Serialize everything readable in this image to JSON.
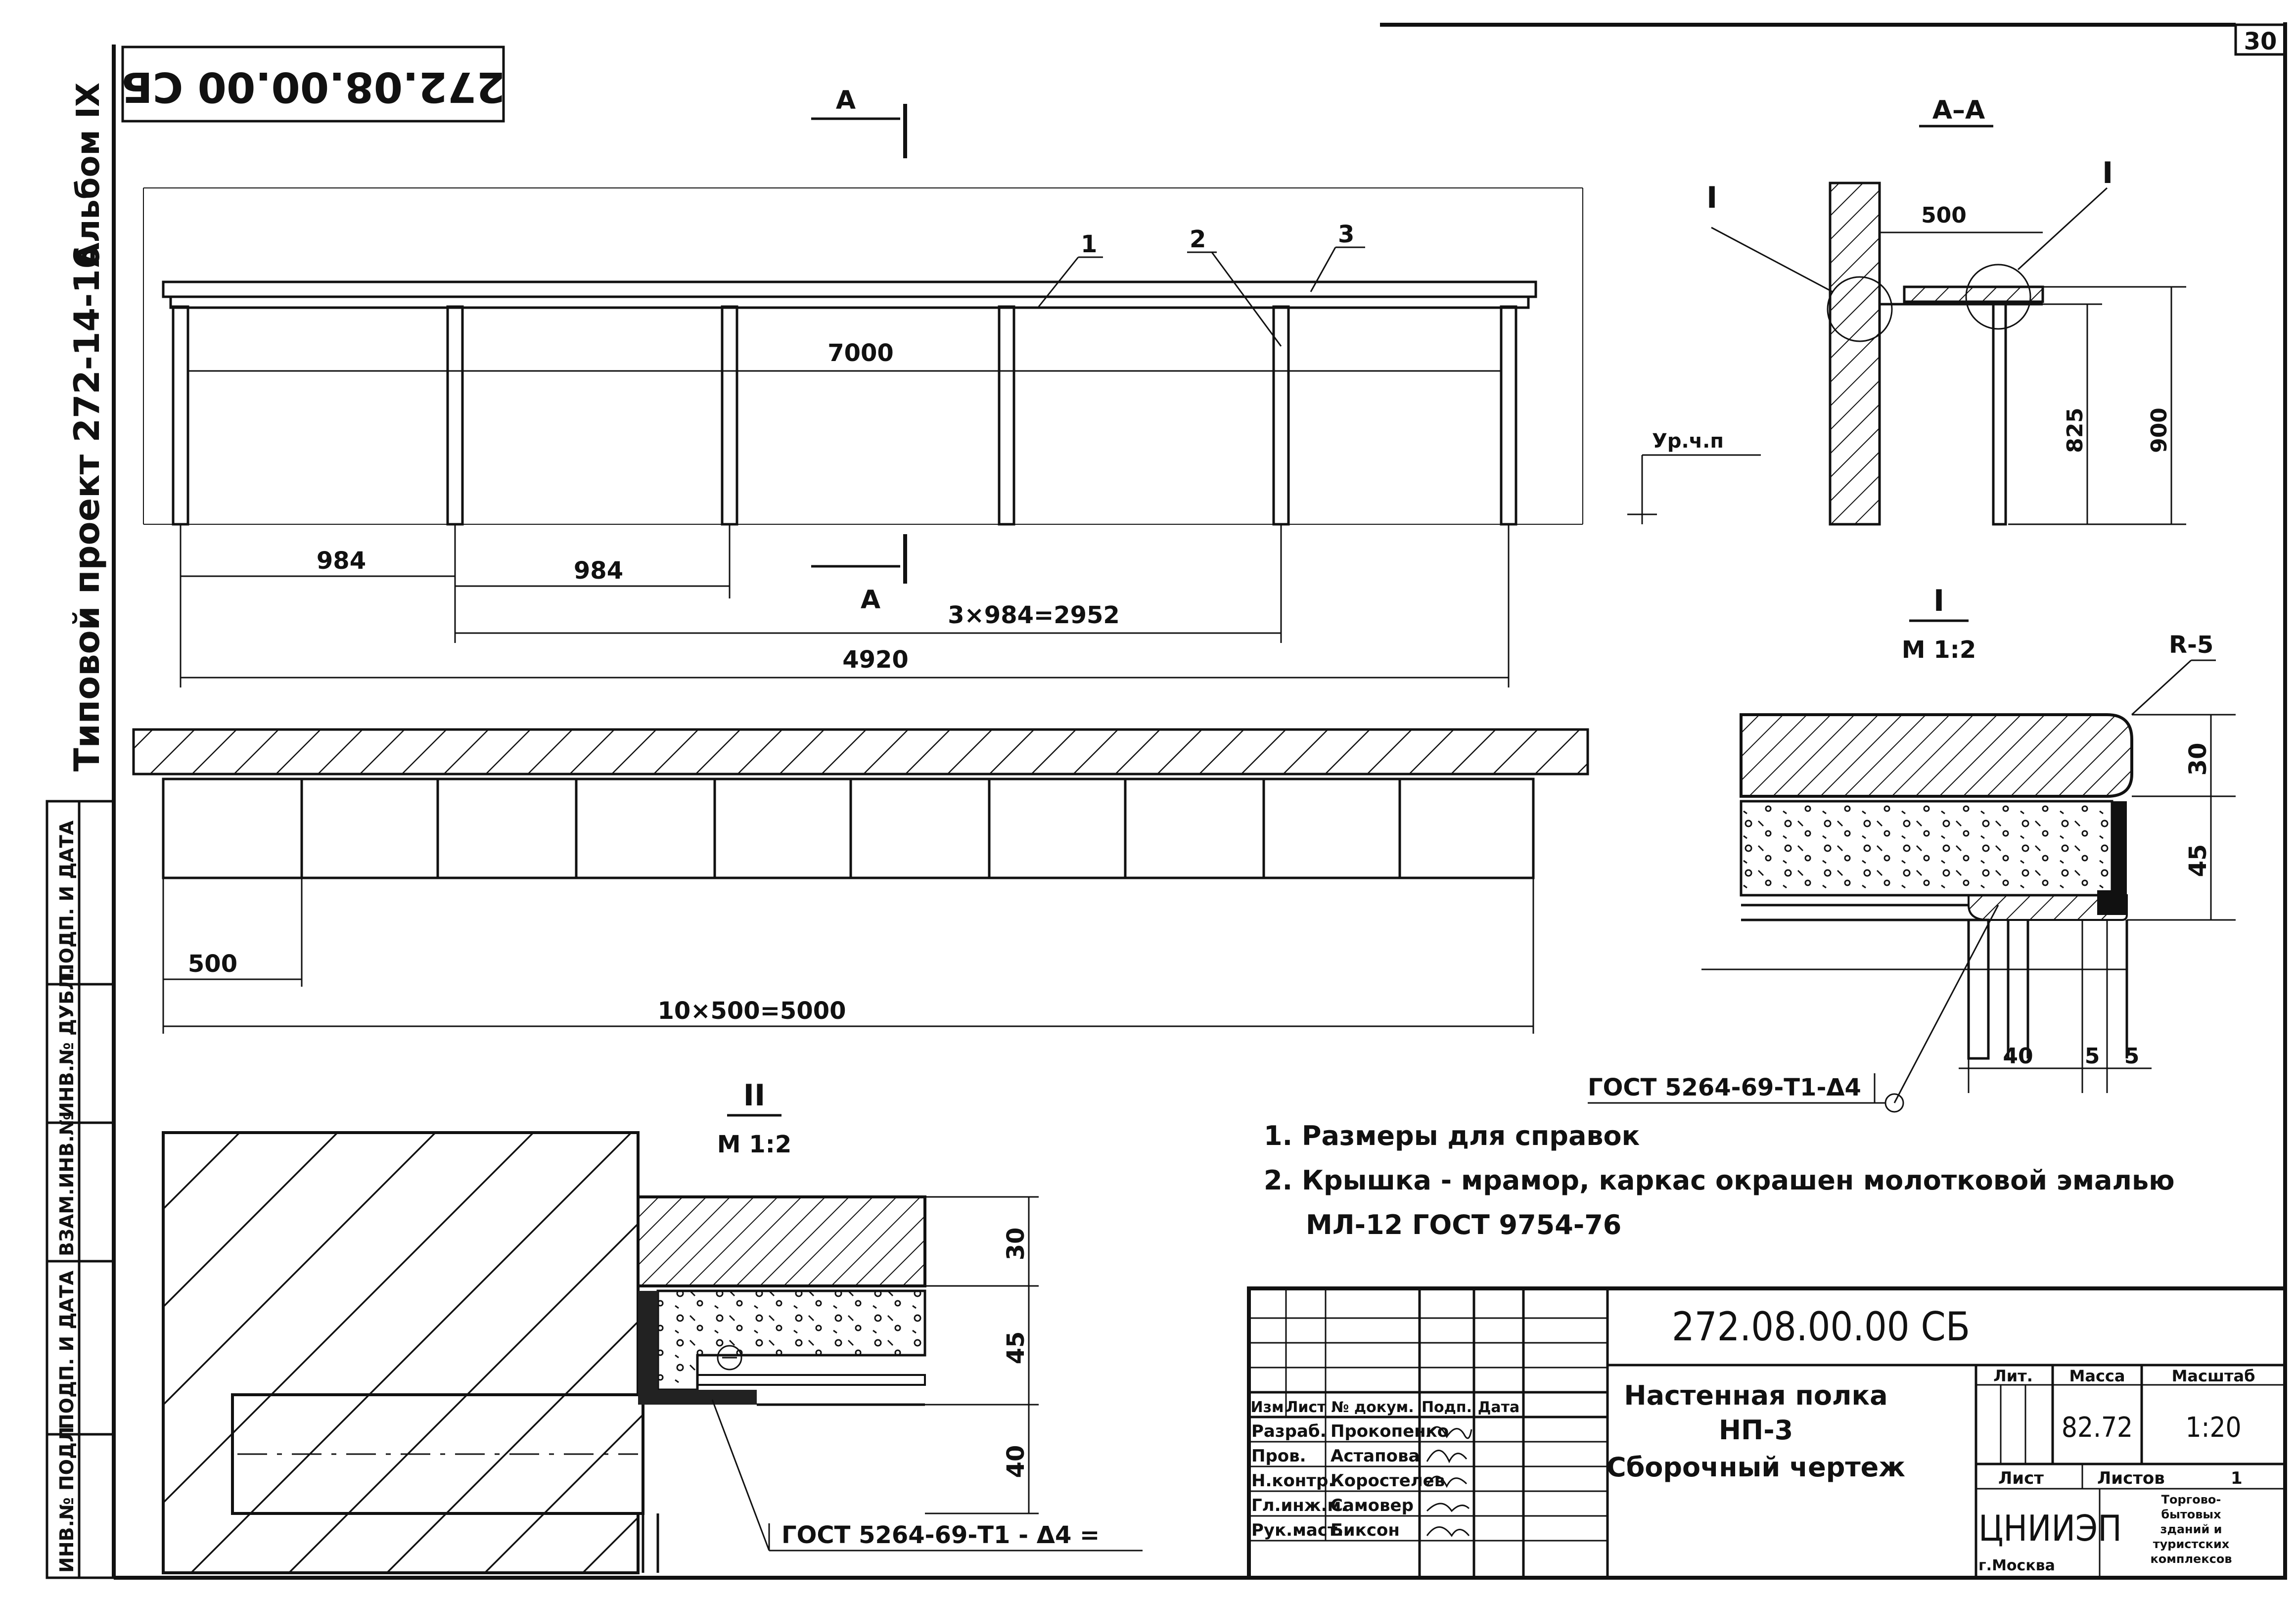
{
  "sheet_number": "30",
  "designation_stamp": "272.08.00.00 СБ",
  "side_strip": {
    "project": "Типовой проект 272-14-16",
    "album": "Альбом IX",
    "fields": [
      "ИНВ.№ ПОДЛ",
      "ПОДП. И ДАТА",
      "ВЗАМ.ИНВ.№",
      "ИНВ.№ ДУБЛ.",
      "ПОДП. И ДАТА"
    ]
  },
  "front_view": {
    "section_mark": "А",
    "labels": [
      "1",
      "2",
      "3"
    ],
    "dim_overall": "7000",
    "dim_span_a": "984",
    "dim_span_b": "984",
    "dim_chain": "3×984=2952",
    "dim_total": "4920",
    "level_mark": "Ур.ч.п"
  },
  "section_aa": {
    "title": "А–А",
    "callout_left": "I",
    "callout_right": "I",
    "dim_depth": "500",
    "dim_h1": "825",
    "dim_h2": "900"
  },
  "plan_view": {
    "dim_module": "500",
    "dim_total": "10×500=5000"
  },
  "detail_1": {
    "title": "I",
    "scale": "М 1:2",
    "radius": "R-5",
    "dim_30": "30",
    "dim_45": "45",
    "dim_40": "40",
    "dim_5a": "5",
    "dim_5b": "5",
    "weld": "ГОСТ 5264-69-Т1-Δ4"
  },
  "detail_2": {
    "title": "II",
    "scale": "М 1:2",
    "dim_30": "30",
    "dim_45": "45",
    "dim_40": "40",
    "weld": "ГОСТ 5264-69-Т1 - Δ4 ="
  },
  "notes": [
    "1. Размеры для справок",
    "2. Крышка - мрамор, каркас окрашен молотковой эмалью",
    "МЛ-12 ГОСТ 9754-76"
  ],
  "title_block": {
    "designation": "272.08.00.00 СБ",
    "title_lines": [
      "Настенная полка",
      "НП-3",
      "Сборочный чертеж"
    ],
    "headers": [
      "Изм",
      "Лист",
      "№ докум.",
      "Подп.",
      "Дата"
    ],
    "staff": [
      {
        "role": "Разраб.",
        "name": "Прокопенко"
      },
      {
        "role": "Пров.",
        "name": "Астапова"
      },
      {
        "role": "Н.контр.",
        "name": "Коростелев"
      },
      {
        "role": "Гл.инж.м.",
        "name": "Самовер"
      },
      {
        "role": "Рук.маст.",
        "name": "Биксон"
      }
    ],
    "lit_label": "Лит.",
    "mass_label": "Масса",
    "scale_label": "Масштаб",
    "mass": "82.72",
    "scale": "1:20",
    "sheet_label": "Лист",
    "sheets_label": "Листов",
    "sheets": "1",
    "org": "ЦНИИЭП",
    "city": "г.Москва",
    "org_desc": [
      "Торгово-",
      "бытовых",
      "зданий и",
      "туристских",
      "комплексов"
    ]
  }
}
